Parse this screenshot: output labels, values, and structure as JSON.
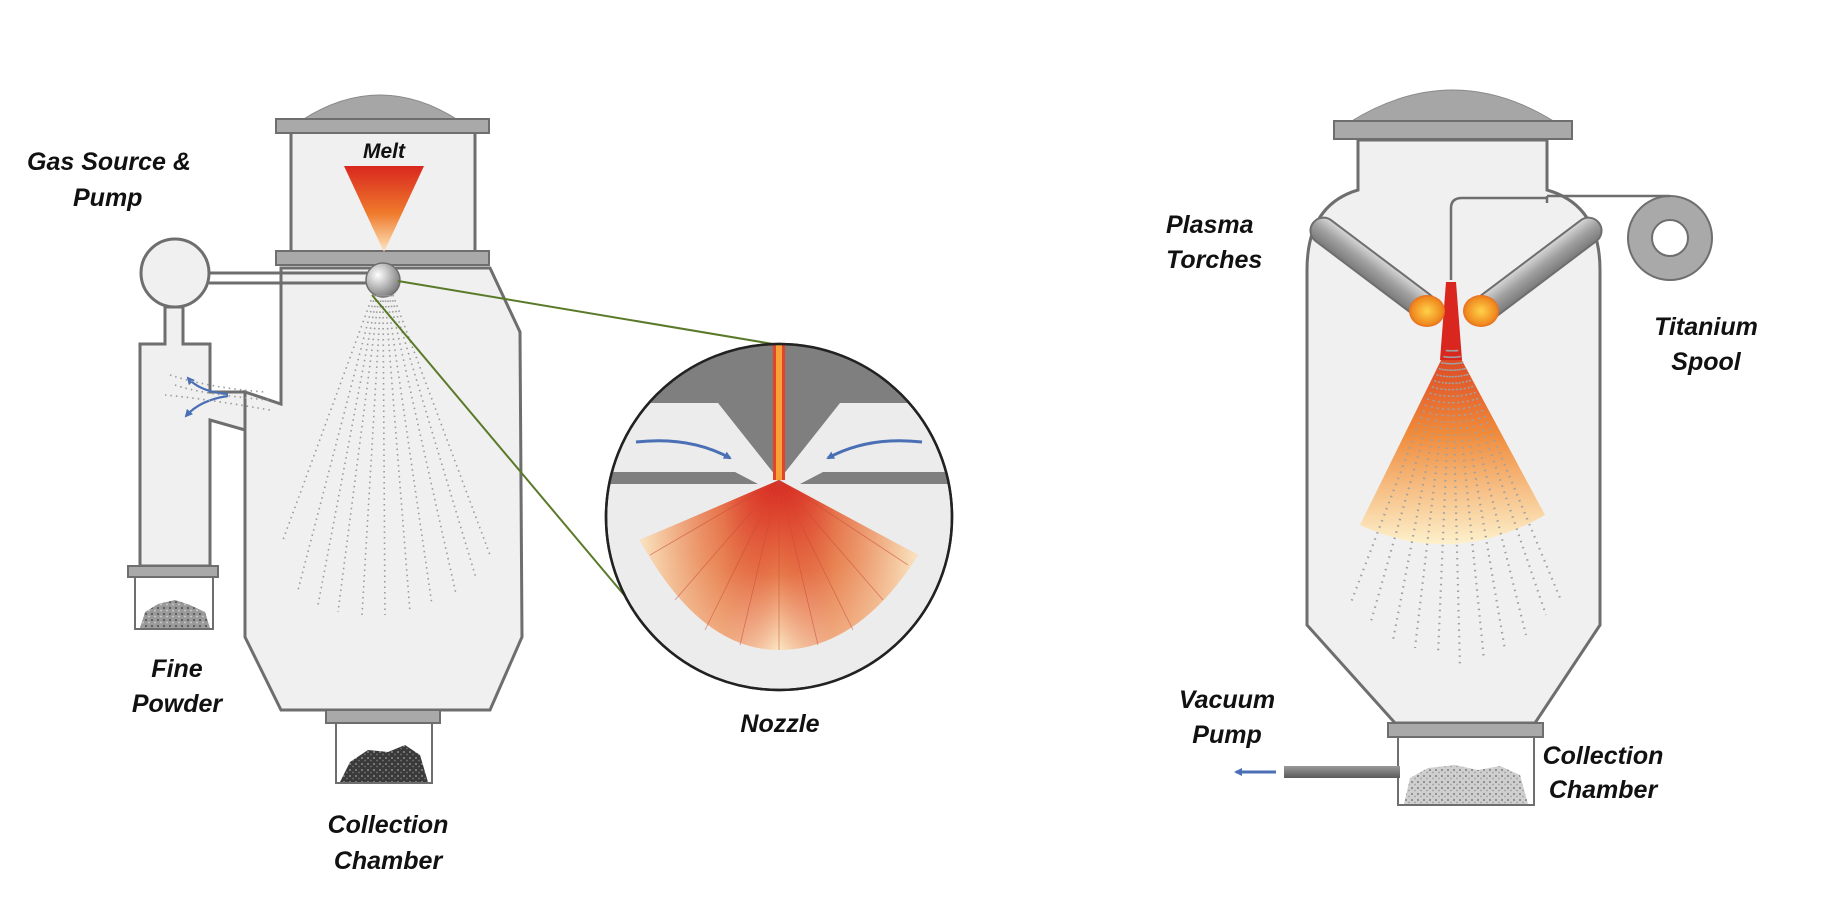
{
  "gas_atomization": {
    "labels": {
      "gas_source_line1": "Gas Source &",
      "gas_source_line2": "Pump",
      "melt": "Melt",
      "fine_powder_line1": "Fine",
      "fine_powder_line2": "Powder",
      "collection_line1": "Collection",
      "collection_line2": "Chamber",
      "nozzle": "Nozzle"
    }
  },
  "plasma_atomization": {
    "labels": {
      "plasma_torches_line1": "Plasma",
      "plasma_torches_line2": "Torches",
      "titanium_spool_line1": "Titanium",
      "titanium_spool_line2": "Spool",
      "vacuum_pump_line1": "Vacuum",
      "vacuum_pump_line2": "Pump",
      "collection_line1": "Collection",
      "collection_line2": "Chamber"
    }
  },
  "colors": {
    "chamber_fill": "#f0f0f0",
    "chamber_stroke": "#6e6e6e",
    "plate": "#a9a9a9",
    "melt_hot": "#d9271f",
    "melt_cool": "#fbe9c3",
    "gas_arrow": "#4a6fb5",
    "zoom_line": "#5a7a2a"
  }
}
